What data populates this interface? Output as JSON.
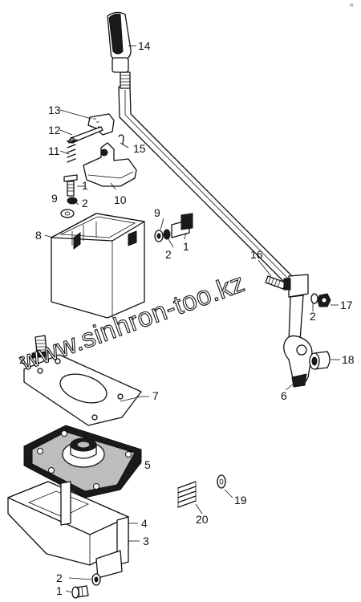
{
  "labels": {
    "l14": "14",
    "l13": "13",
    "l12": "12",
    "l11": "11",
    "l15": "15",
    "l1a": "1",
    "l10": "10",
    "l9a": "9",
    "l2a": "2",
    "l9b": "9",
    "l8": "8",
    "l2b": "2",
    "l1b": "1",
    "l16": "16",
    "l17": "17",
    "l2c": "2",
    "l18": "18",
    "l2d": "2",
    "l6": "6",
    "l7": "7",
    "l5": "5",
    "l19": "19",
    "l20": "20",
    "l4": "4",
    "l3": "3",
    "l2e": "2",
    "l1c": "1"
  },
  "watermark": "www.sinhron-too.kz",
  "corner_mark": "ю"
}
